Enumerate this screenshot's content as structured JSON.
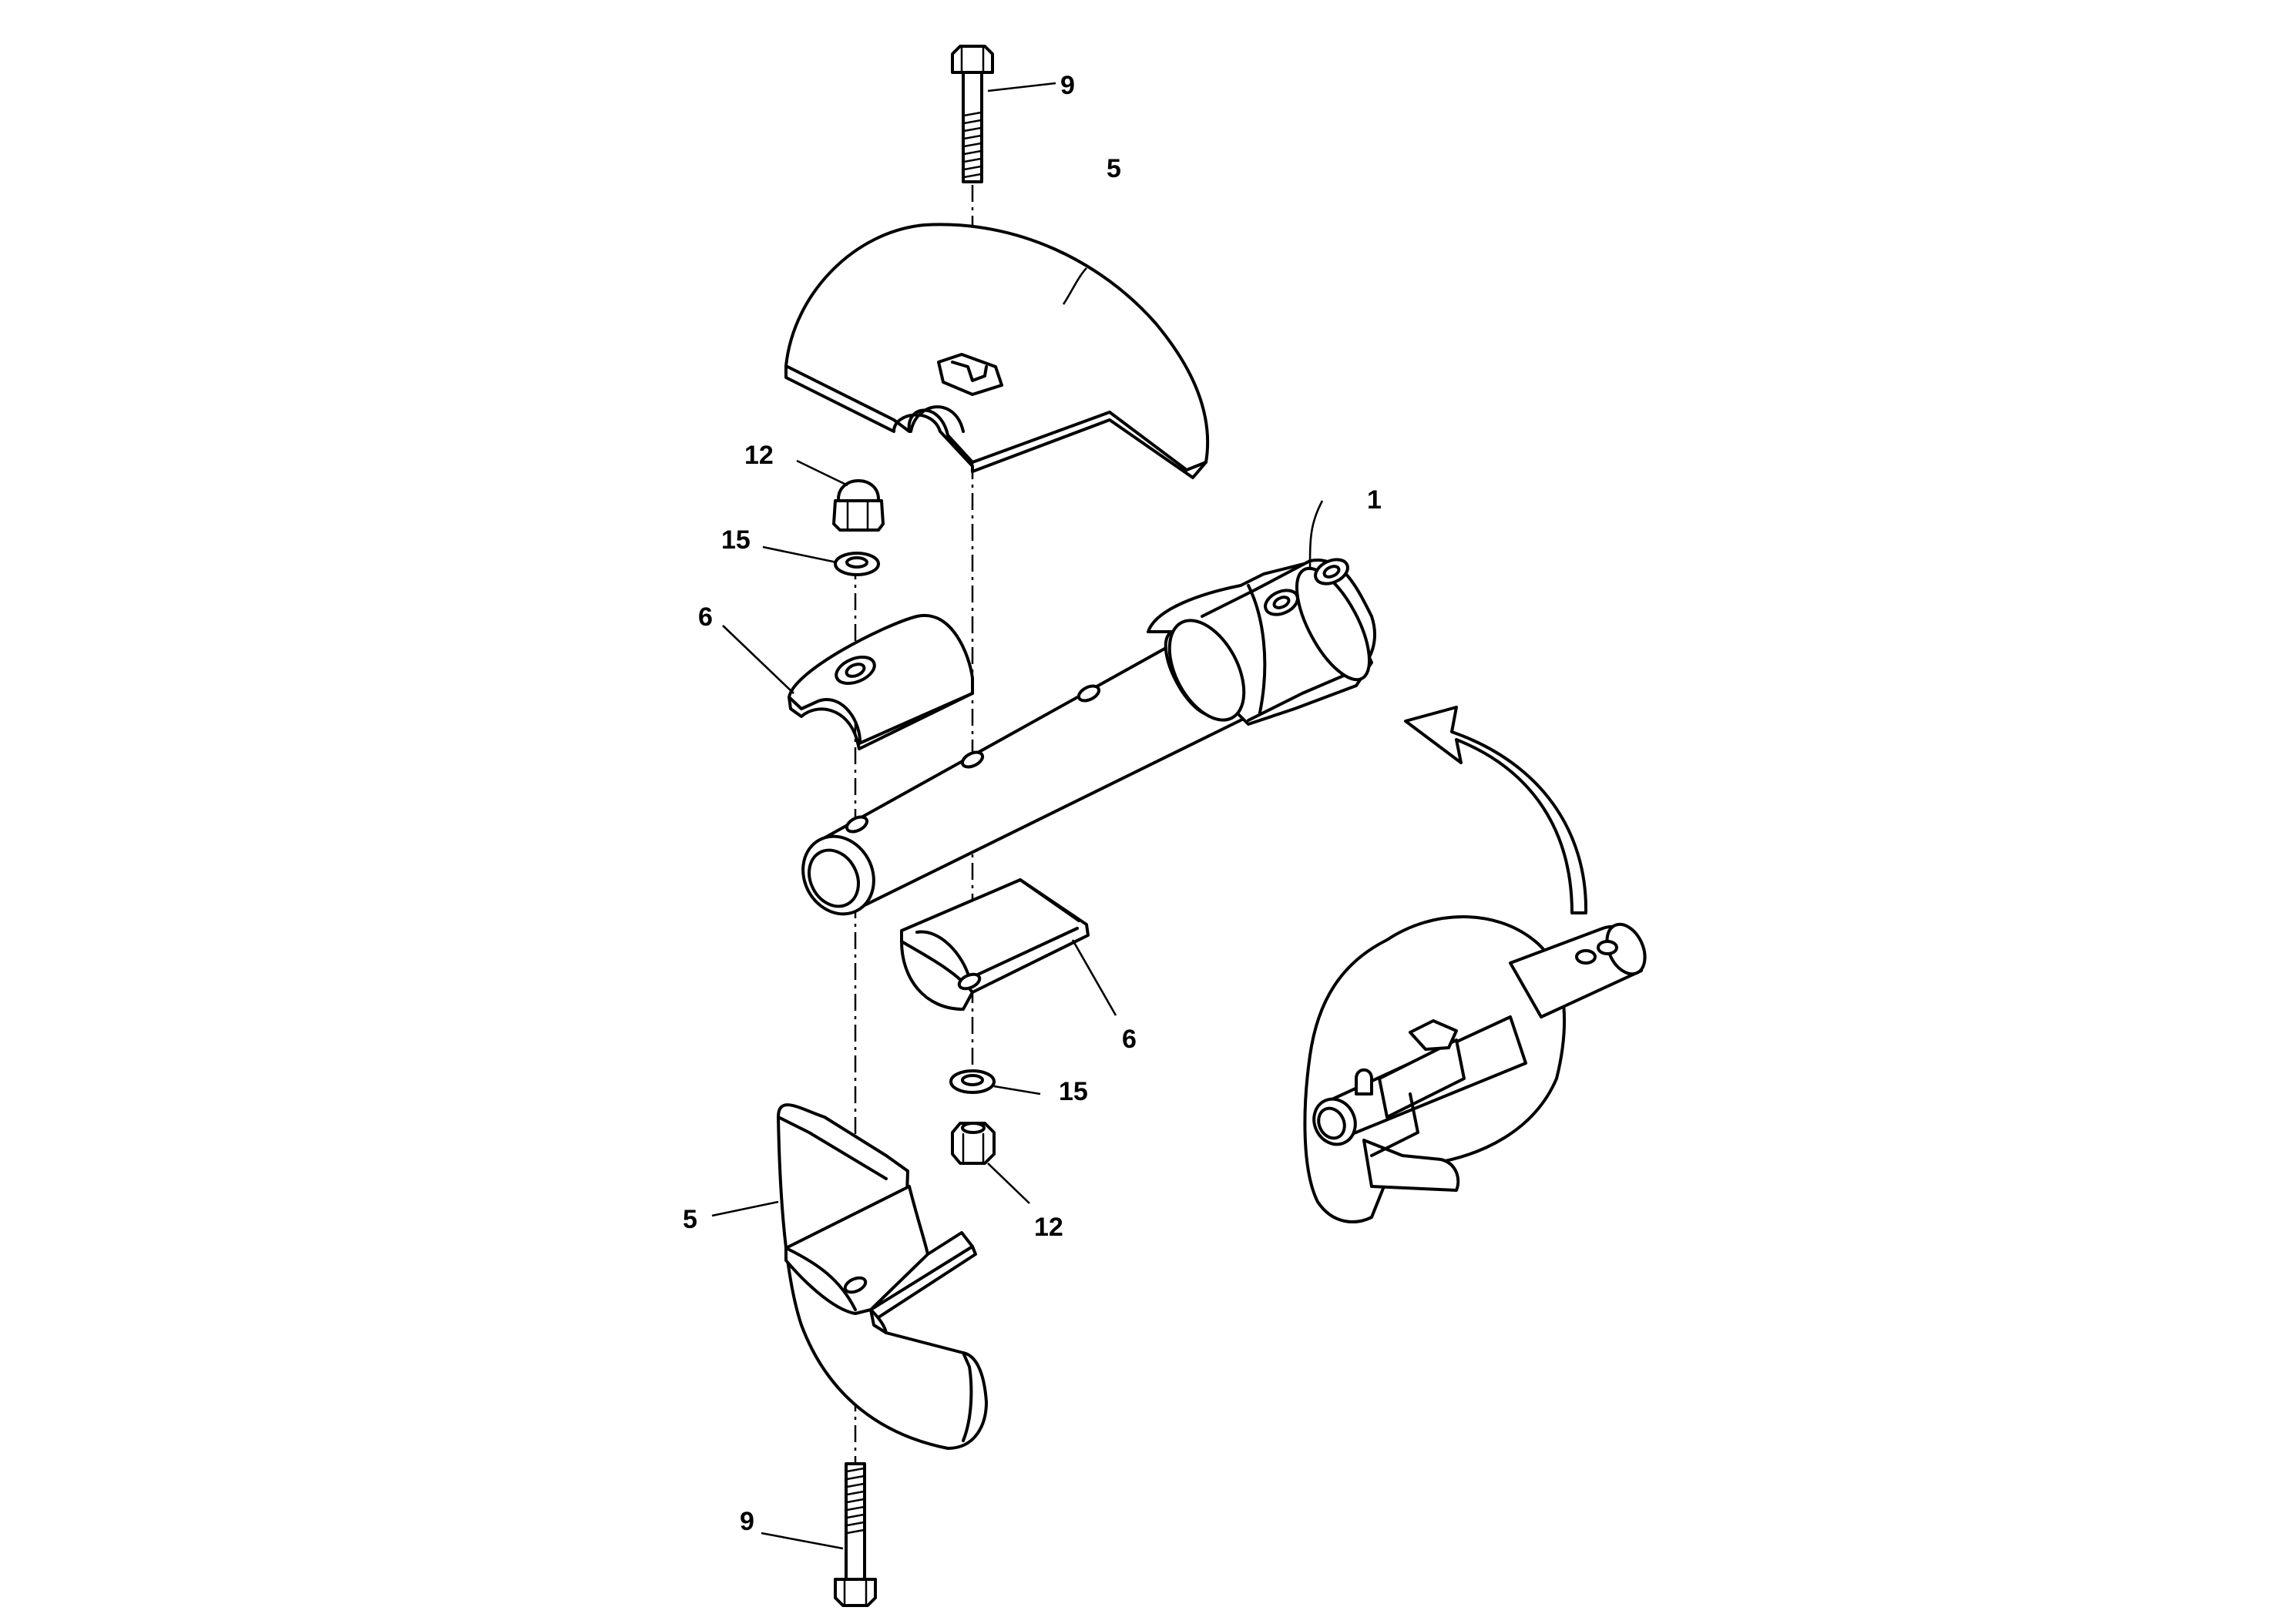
{
  "callouts": {
    "bolt_top": "9",
    "blade_top": "5",
    "cap_nut_top": "12",
    "washer_top": "15",
    "shaft": "1",
    "clamp_top": "6",
    "clamp_bottom": "6",
    "washer_bottom": "15",
    "nut_bottom": "12",
    "blade_bottom": "5",
    "bolt_bottom": "9"
  },
  "icons": {
    "rotation_arrow": "curved-arrow-icon"
  }
}
